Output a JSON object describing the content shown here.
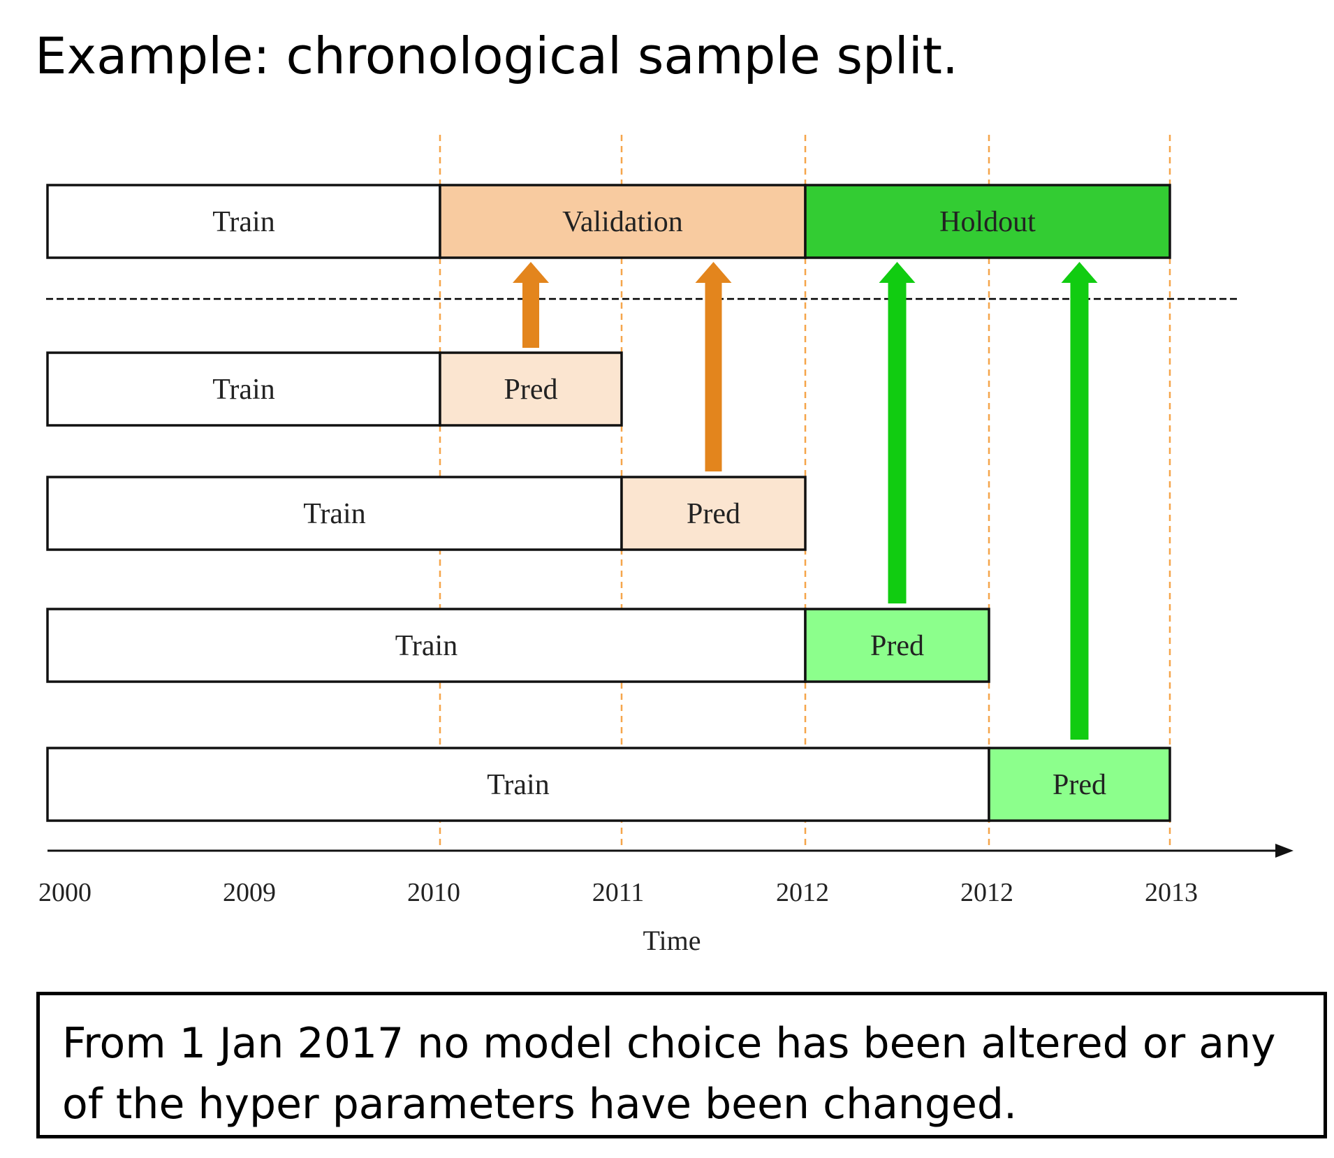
{
  "title": "Example: chronological sample split.",
  "colors": {
    "train": "#ffffff",
    "validation": "#f8cba0",
    "holdout": "#33cc33",
    "pred_validation": "#fbe5d0",
    "pred_holdout": "#8cff8c",
    "arrow_orange": "#e3851d",
    "arrow_green": "#11cc11",
    "guide_orange": "#f5a54a"
  },
  "time_axis": {
    "label": "Time",
    "ticks": [
      "2000",
      "2009",
      "2010",
      "2011",
      "2012",
      "2012",
      "2013"
    ]
  },
  "rows": [
    {
      "segments": [
        {
          "label": "Train",
          "from": 0,
          "to": 2,
          "kind": "train"
        },
        {
          "label": "Validation",
          "from": 2,
          "to": 4,
          "kind": "validation"
        },
        {
          "label": "Holdout",
          "from": 4,
          "to": 6,
          "kind": "holdout"
        }
      ]
    },
    {
      "segments": [
        {
          "label": "Train",
          "from": 0,
          "to": 2,
          "kind": "train"
        },
        {
          "label": "Pred",
          "from": 2,
          "to": 3,
          "kind": "pred_validation"
        }
      ]
    },
    {
      "segments": [
        {
          "label": "Train",
          "from": 0,
          "to": 3,
          "kind": "train"
        },
        {
          "label": "Pred",
          "from": 3,
          "to": 4,
          "kind": "pred_validation"
        }
      ]
    },
    {
      "segments": [
        {
          "label": "Train",
          "from": 0,
          "to": 4,
          "kind": "train"
        },
        {
          "label": "Pred",
          "from": 4,
          "to": 5,
          "kind": "pred_holdout"
        }
      ]
    },
    {
      "segments": [
        {
          "label": "Train",
          "from": 0,
          "to": 5,
          "kind": "train"
        },
        {
          "label": "Pred",
          "from": 5,
          "to": 6,
          "kind": "pred_holdout"
        }
      ]
    }
  ],
  "arrows": [
    {
      "from_row": 1,
      "at": 2.5,
      "color": "arrow_orange"
    },
    {
      "from_row": 2,
      "at": 3.5,
      "color": "arrow_orange"
    },
    {
      "from_row": 3,
      "at": 4.5,
      "color": "arrow_green"
    },
    {
      "from_row": 4,
      "at": 5.5,
      "color": "arrow_green"
    }
  ],
  "note": {
    "line1": "From 1 Jan 2017 no model choice has been altered or any",
    "line2": "of the hyper parameters have been changed."
  }
}
